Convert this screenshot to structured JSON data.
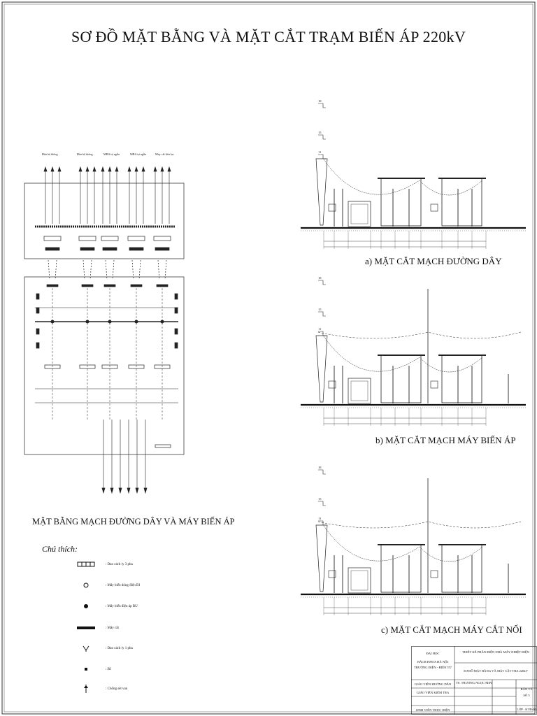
{
  "title": "SƠ ĐỒ MẶT BẰNG VÀ MẶT CẮT TRẠM BIẾN ÁP 220kV",
  "plan": {
    "caption": "MẶT BẰNG MẠCH ĐƯỜNG DÂY VÀ MÁY BIẾN ÁP",
    "top_labels": [
      "Đến hệ thống",
      "Đến hệ thống",
      "MBA tự ngẫu",
      "MBA tự ngẫu",
      "Máy cắt liên lạc"
    ]
  },
  "sections": [
    {
      "caption": "a)  MẶT CẮT MẠCH ĐƯỜNG DÂY"
    },
    {
      "caption": "b)  MẶT CẮT MẠCH MÁY BIẾN ÁP"
    },
    {
      "caption": "c)  MẶT CẮT MẠCH MÁY CẮT NỐI"
    }
  ],
  "elevation_labels": [
    "18",
    "15",
    "11"
  ],
  "legend": {
    "title": "Chú thích:",
    "items": [
      {
        "icon": "disconnector-3phase-icon",
        "label": ": Dao cách ly 3 pha"
      },
      {
        "icon": "current-transformer-icon",
        "label": ": Máy biến dòng điện BI"
      },
      {
        "icon": "voltage-transformer-icon",
        "label": ": Máy biến điện áp BU"
      },
      {
        "icon": "circuit-breaker-icon",
        "label": ": Máy cắt"
      },
      {
        "icon": "disconnector-1phase-icon",
        "label": ": Dao cách ly 1 pha"
      },
      {
        "icon": "bi-icon",
        "label": ": BI"
      },
      {
        "icon": "surge-arrester-icon",
        "label": ": Chống sét van"
      }
    ]
  },
  "title_block": {
    "school_1": "ĐẠI HỌC",
    "school_2": "BÁCH KHOA HÀ NỘI",
    "school_3": "TRƯỜNG ĐIỆN - ĐIỆN TỬ",
    "project": "THIẾT KẾ PHẦN ĐIỆN NHÀ MÁY NHIỆT ĐIỆN",
    "drawing": "SƠ ĐỒ MẶT BẰNG VÀ MẶT CẮT TBA 220kV",
    "advisor_label": "GIÁO VIÊN HƯỚNG DẪN",
    "advisor_name": "TS. TRƯƠNG NGỌC MINH",
    "reviewer_label": "GIÁO VIÊN KIỂM TRA",
    "student_label": "SINH VIÊN THỰC HIỆN",
    "sheet_label": "BẢN VẼ",
    "sheet_number": "SỐ 5",
    "class_label": "LỚP : KTĐ-04"
  }
}
